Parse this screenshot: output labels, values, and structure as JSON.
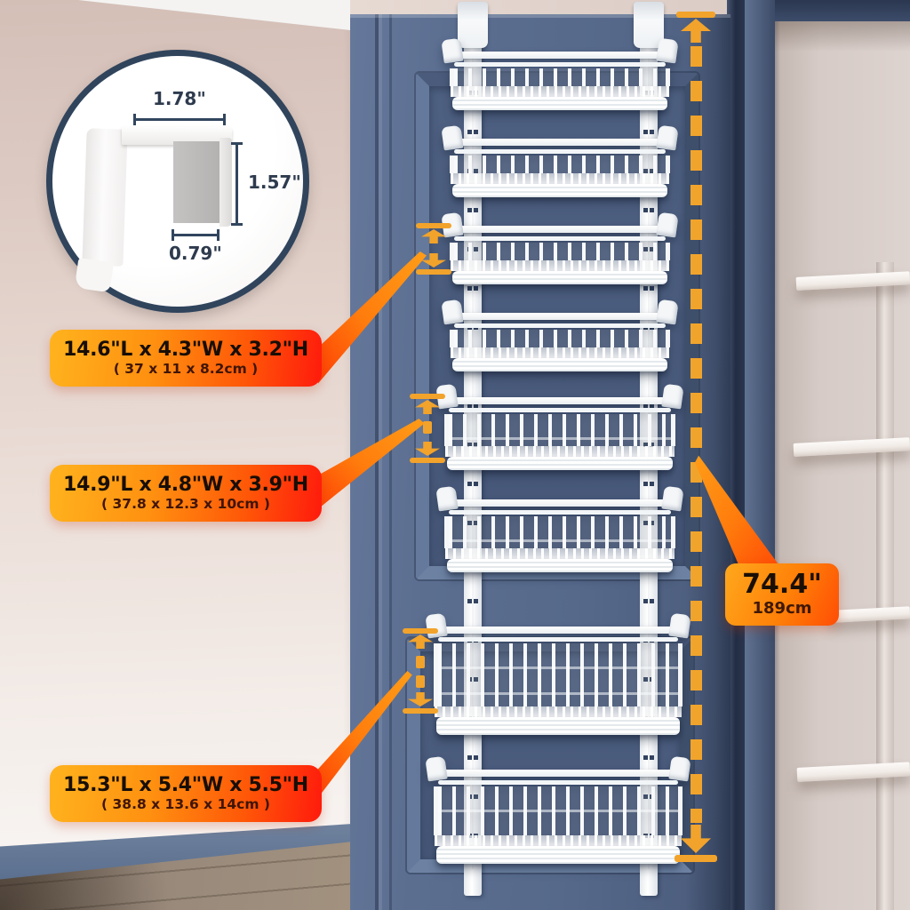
{
  "scene": {
    "accent_orange": "#F2A32B",
    "beam_red": "#FF4A05",
    "door_blue": "#56698B",
    "wall_pink": "#E3D2CA",
    "label_gradient_start": "#FFB31E",
    "label_gradient_end": "#FF1A0C"
  },
  "inset": {
    "top_width": "1.78\"",
    "side_height": "1.57\"",
    "bottom_width": "0.79\""
  },
  "size_labels": {
    "small": {
      "line1": "14.6\"L x 4.3\"W x 3.2\"H",
      "line2": "( 37 x 11 x 8.2cm )"
    },
    "medium": {
      "line1": "14.9\"L x 4.8\"W x 3.9\"H",
      "line2": "( 37.8 x 12.3 x 10cm )"
    },
    "large": {
      "line1": "15.3\"L x 5.4\"W x 5.5\"H",
      "line2": "( 38.8 x 13.6 x 14cm )"
    }
  },
  "total_height_label": {
    "line1": "74.4\"",
    "line2": "189cm"
  },
  "organizer": {
    "basket_count": 8,
    "tiers": [
      "small",
      "small",
      "small",
      "small",
      "medium",
      "medium",
      "large",
      "large"
    ]
  }
}
